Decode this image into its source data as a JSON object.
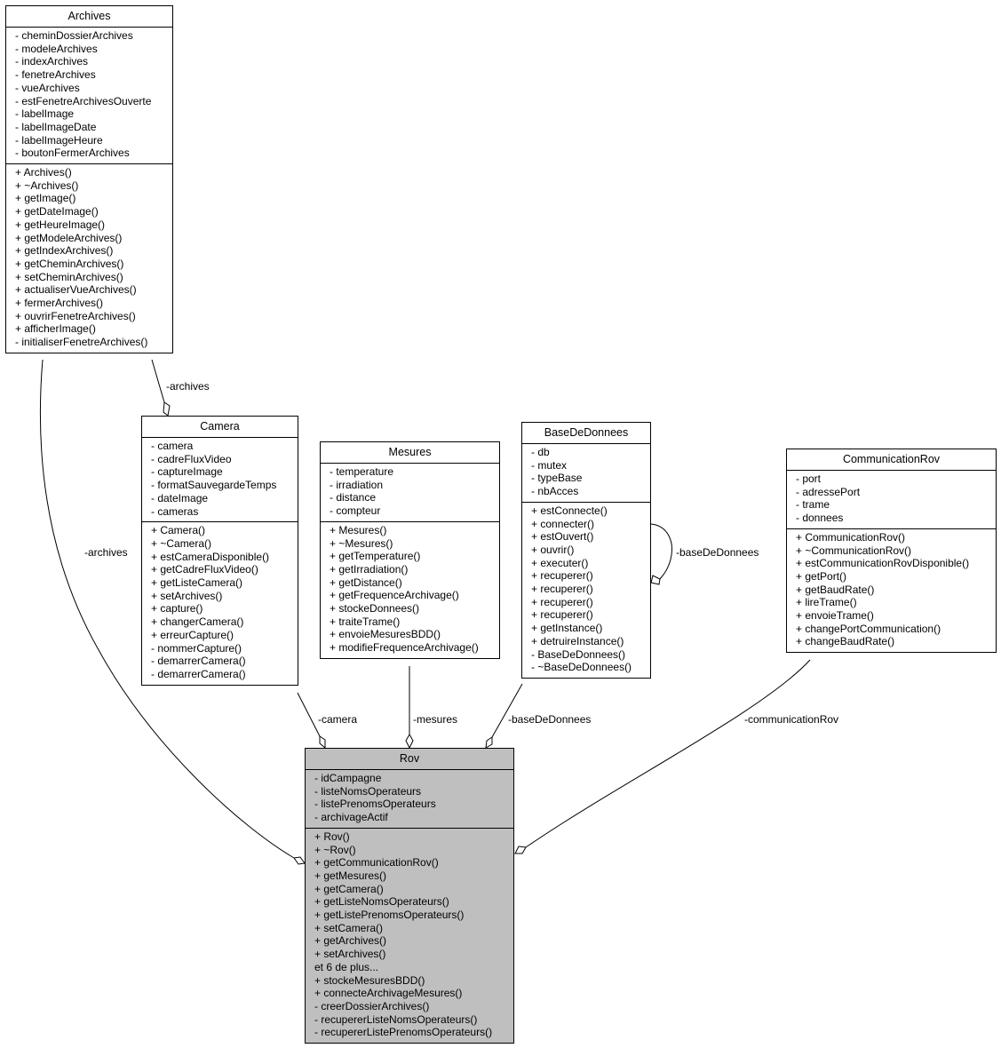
{
  "classes": {
    "archives": {
      "name": "Archives",
      "attributes": [
        "- cheminDossierArchives",
        "- modeleArchives",
        "- indexArchives",
        "- fenetreArchives",
        "- vueArchives",
        "- estFenetreArchivesOuverte",
        "- labelImage",
        "- labelImageDate",
        "- labelImageHeure",
        "- boutonFermerArchives"
      ],
      "methods": [
        "+ Archives()",
        "+ ~Archives()",
        "+ getImage()",
        "+ getDateImage()",
        "+ getHeureImage()",
        "+ getModeleArchives()",
        "+ getIndexArchives()",
        "+ getCheminArchives()",
        "+ setCheminArchives()",
        "+ actualiserVueArchives()",
        "+ fermerArchives()",
        "+ ouvrirFenetreArchives()",
        "+ afficherImage()",
        "- initialiserFenetreArchives()"
      ]
    },
    "camera": {
      "name": "Camera",
      "attributes": [
        "- camera",
        "- cadreFluxVideo",
        "- captureImage",
        "- formatSauvegardeTemps",
        "- dateImage",
        "- cameras"
      ],
      "methods": [
        "+ Camera()",
        "+ ~Camera()",
        "+ estCameraDisponible()",
        "+ getCadreFluxVideo()",
        "+ getListeCamera()",
        "+ setArchives()",
        "+ capture()",
        "+ changerCamera()",
        "+ erreurCapture()",
        "- nommerCapture()",
        "- demarrerCamera()",
        "- demarrerCamera()"
      ]
    },
    "mesures": {
      "name": "Mesures",
      "attributes": [
        "- temperature",
        "- irradiation",
        "- distance",
        "- compteur"
      ],
      "methods": [
        "+ Mesures()",
        "+ ~Mesures()",
        "+ getTemperature()",
        "+ getIrradiation()",
        "+ getDistance()",
        "+ getFrequenceArchivage()",
        "+ stockeDonnees()",
        "+ traiteTrame()",
        "+ envoieMesuresBDD()",
        "+ modifieFrequenceArchivage()"
      ]
    },
    "basededonnees": {
      "name": "BaseDeDonnees",
      "attributes": [
        "- db",
        "- mutex",
        "- typeBase",
        "- nbAcces"
      ],
      "methods": [
        "+ estConnecte()",
        "+ connecter()",
        "+ estOuvert()",
        "+ ouvrir()",
        "+ executer()",
        "+ recuperer()",
        "+ recuperer()",
        "+ recuperer()",
        "+ recuperer()",
        "+ getInstance()",
        "+ detruireInstance()",
        "- BaseDeDonnees()",
        "- ~BaseDeDonnees()"
      ]
    },
    "communicationrov": {
      "name": "CommunicationRov",
      "attributes": [
        "- port",
        "- adressePort",
        "- trame",
        "- donnees"
      ],
      "methods": [
        "+ CommunicationRov()",
        "+ ~CommunicationRov()",
        "+ estCommunicationRovDisponible()",
        "+ getPort()",
        "+ getBaudRate()",
        "+ lireTrame()",
        "+ envoieTrame()",
        "+ changePortCommunication()",
        "+ changeBaudRate()"
      ]
    },
    "rov": {
      "name": "Rov",
      "attributes": [
        "- idCampagne",
        "- listeNomsOperateurs",
        "- listePrenomsOperateurs",
        "- archivageActif"
      ],
      "methods": [
        "+ Rov()",
        "+ ~Rov()",
        "+ getCommunicationRov()",
        "+ getMesures()",
        "+ getCamera()",
        "+ getListeNomsOperateurs()",
        "+ getListePrenomsOperateurs()",
        "+ setCamera()",
        "+ getArchives()",
        "+ setArchives()",
        "et 6 de plus...",
        "+ stockeMesuresBDD()",
        "+ connecteArchivageMesures()",
        "- creerDossierArchives()",
        "- recupererListeNomsOperateurs()",
        "- recupererListePrenomsOperateurs()"
      ]
    }
  },
  "edges": {
    "archives_camera": "-archives",
    "archives_rov": "-archives",
    "camera_rov": "-camera",
    "mesures_rov": "-mesures",
    "basededonnees_rov": "-baseDeDonnees",
    "basededonnees_self": "-baseDeDonnees",
    "communicationrov_rov": "-communicationRov"
  }
}
